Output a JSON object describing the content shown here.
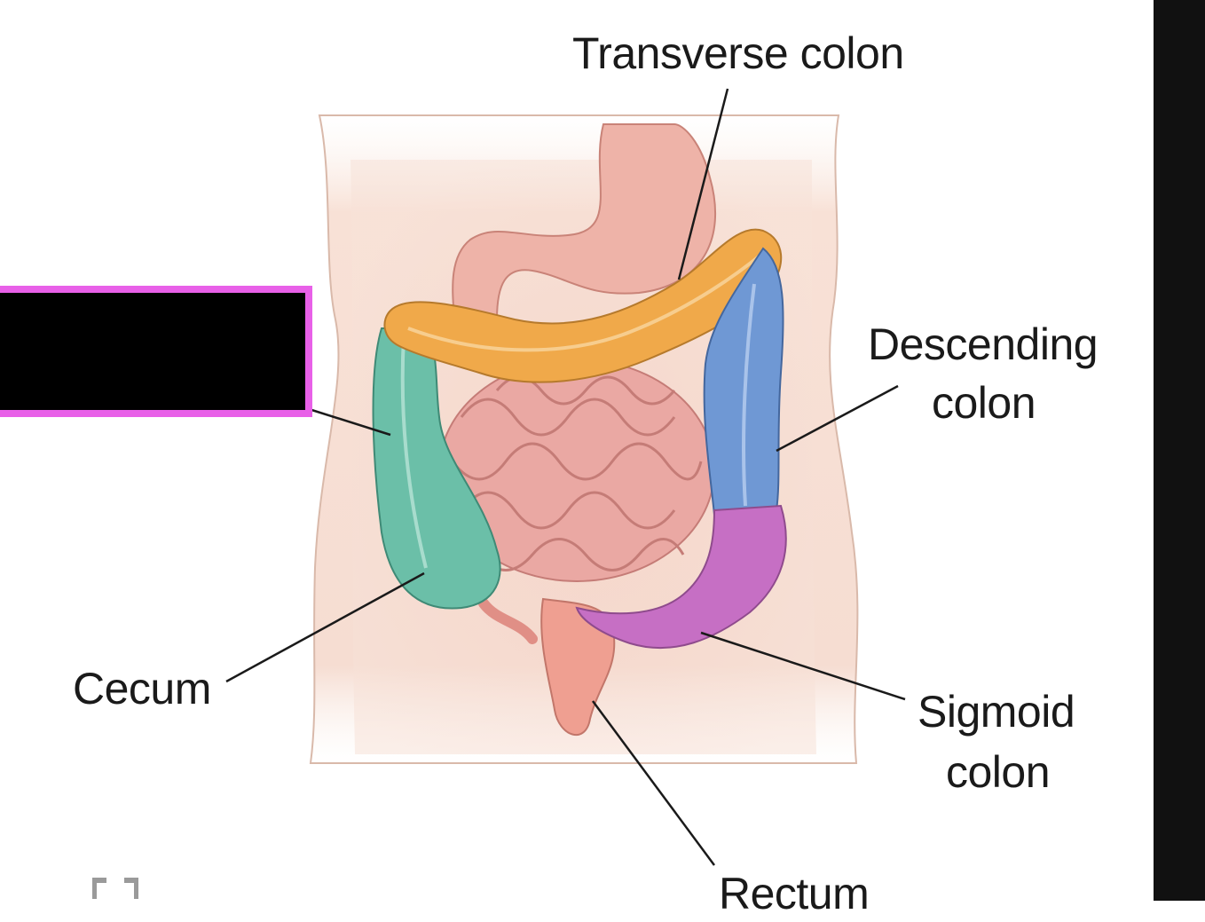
{
  "labels": {
    "transverse": "Transverse colon",
    "descending_1": "Descending",
    "descending_2": "colon",
    "cecum": "Cecum",
    "sigmoid_1": "Sigmoid",
    "sigmoid_2": "colon",
    "rectum": "Rectum"
  },
  "colors": {
    "ascending": "#6bbfa8",
    "transverse": "#f0a94a",
    "descending": "#6f98d4",
    "sigmoid": "#c66fc4",
    "small_intestine": "#e9a3a0",
    "highlight_border": "#e860e8",
    "redaction_fill": "#000000",
    "side_panel": "#111111"
  },
  "icons": {
    "expand": "expand-icon"
  }
}
